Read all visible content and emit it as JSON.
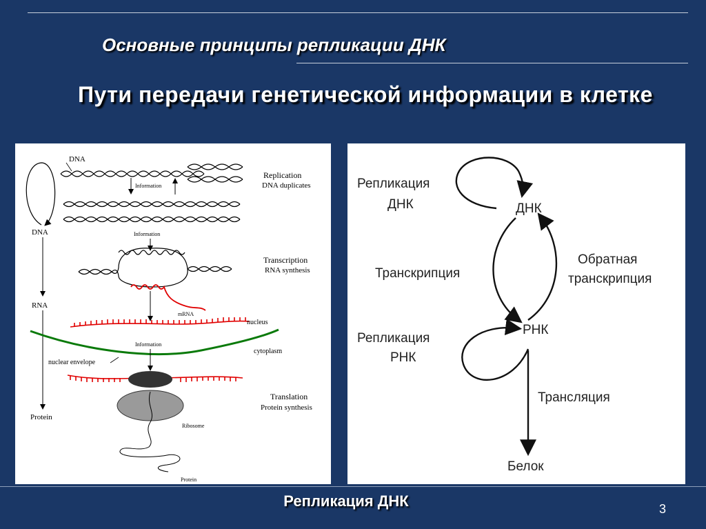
{
  "slide": {
    "heading": "Основные принципы репликации ДНК",
    "title": "Пути передачи генетической информации в клетке",
    "footer": "Репликация ДНК",
    "page_number": "3"
  },
  "left_diagram": {
    "axis": {
      "dna": "DNA",
      "rna": "RNA",
      "protein": "Protein"
    },
    "top_dna_label": "DNA",
    "information_labels": [
      "Information",
      "Information",
      "Information"
    ],
    "stages": {
      "replication": {
        "title": "Replication",
        "subtitle": "DNA duplicates"
      },
      "transcription": {
        "title": "Transcription",
        "subtitle": "RNA synthesis"
      },
      "translation": {
        "title": "Translation",
        "subtitle": "Protein synthesis"
      }
    },
    "mrna": "mRNA",
    "nucleus": "nucleus",
    "cytoplasm": "cytoplasm",
    "nuclear_envelope": "nuclear envelope",
    "ribosome": "Ribosome",
    "protein_chain": "Protein"
  },
  "right_diagram": {
    "dna": "ДНК",
    "rna": "РНК",
    "protein": "Белок",
    "dna_replication": [
      "Репликация",
      "ДНК"
    ],
    "rna_replication": [
      "Репликация",
      "РНК"
    ],
    "transcription": "Транскрипция",
    "reverse_transcription": [
      "Обратная",
      "транскрипция"
    ],
    "translation": "Трансляция"
  }
}
